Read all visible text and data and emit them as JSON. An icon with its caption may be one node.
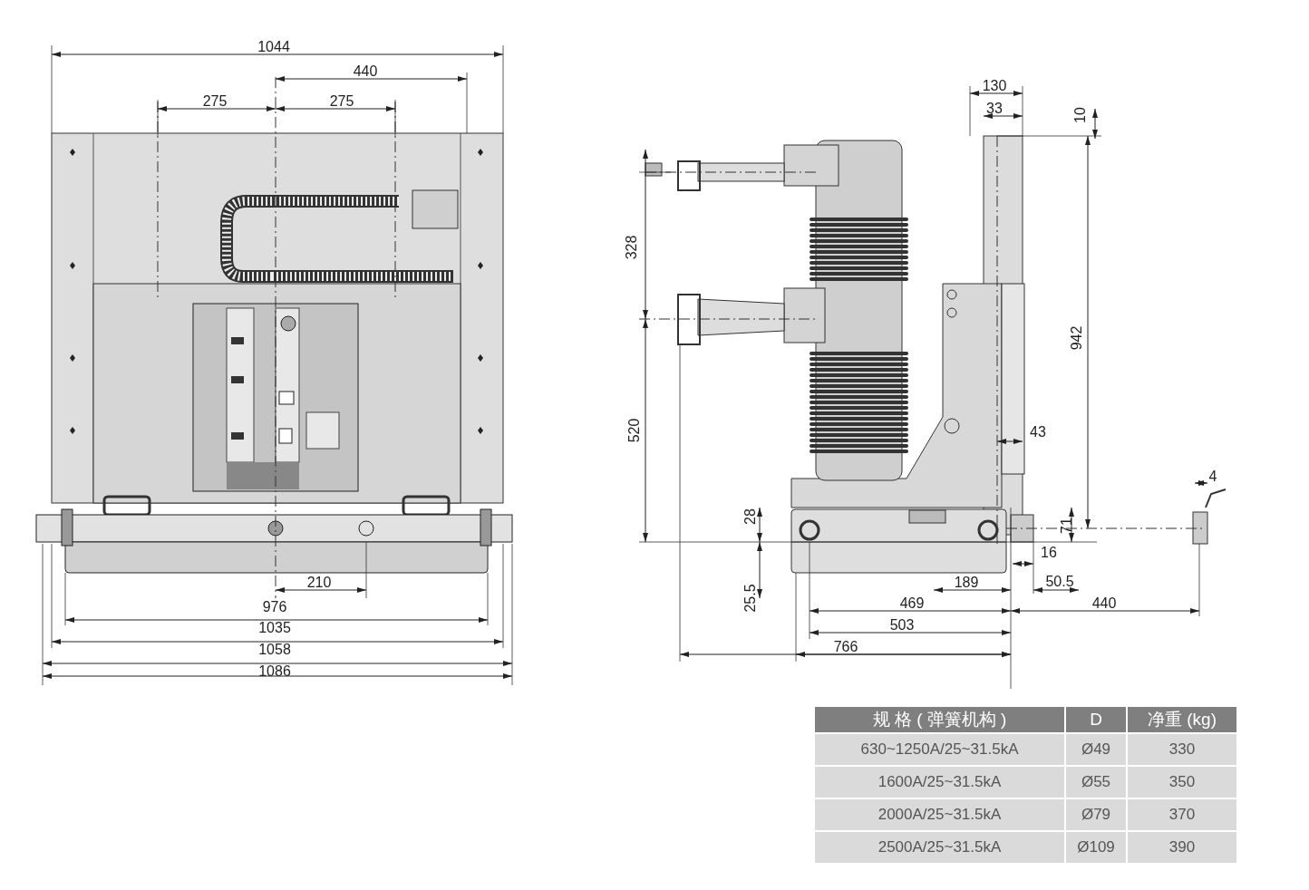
{
  "diagram": {
    "labels": [
      "1044",
      "440",
      "275",
      "275",
      "130",
      "33",
      "10",
      "328",
      "942",
      "520",
      "43",
      "4",
      "28",
      "71",
      "16",
      "210",
      "189",
      "50.5",
      "25.5",
      "976",
      "469",
      "440",
      "1035",
      "503",
      "1058",
      "766",
      "1086",
      "规 格 ( 弹簧机构 )",
      "D",
      "净重 (kg)",
      "630~1250A/25~31.5kA",
      "Ø49",
      "330",
      "1600A/25~31.5kA",
      "Ø55",
      "350",
      "2000A/25~31.5kA",
      "Ø79",
      "370",
      "2500A/25~31.5kA",
      "Ø109",
      "390"
    ]
  }
}
